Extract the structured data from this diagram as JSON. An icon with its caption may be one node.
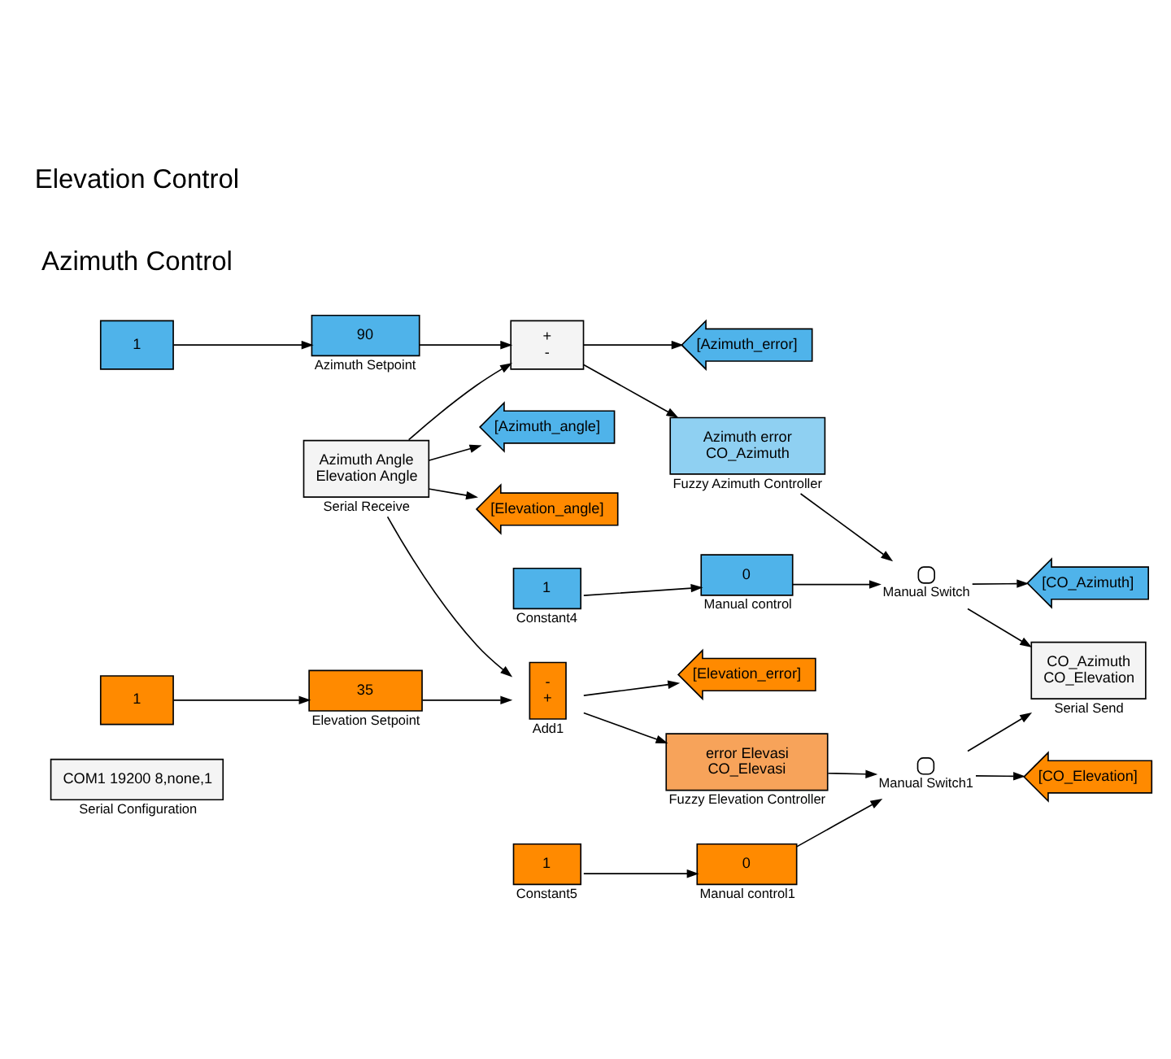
{
  "diagram": {
    "nodes": [
      {
        "text": [
          "COM1 19200 8,none,1"
        ],
        "beside": [
          "Serial Configuration"
        ]
      },
      {
        "text": [
          "1"
        ]
      },
      {
        "text": [
          "90"
        ],
        "beside": [
          "Azimuth Setpoint"
        ]
      },
      {
        "text": [
          "+",
          "-"
        ]
      },
      {
        "text": [
          "Azimuth Angle",
          "Elevation Angle"
        ],
        "beside": [
          "Serial Receive"
        ]
      },
      {
        "text": [
          "[Azimuth_angle]"
        ]
      },
      {
        "text": [
          "[Azimuth_error]"
        ]
      },
      {
        "text": [
          "Azimuth error",
          "CO_Azimuth"
        ],
        "beside": [
          "Fuzzy Azimuth Controller"
        ]
      },
      {
        "text": [
          "1"
        ],
        "beside": [
          "Constant4"
        ]
      },
      {
        "text": [
          "0"
        ],
        "beside": [
          "Manual control"
        ]
      },
      {
        "text": [],
        "shape": "switch",
        "beside": [
          "Manual Switch"
        ]
      },
      {
        "text": [
          "[CO_Azimuth]"
        ]
      },
      {
        "text": [
          "CO_Azimuth",
          "CO_Elevation"
        ],
        "beside": [
          "Serial Send"
        ]
      },
      {
        "text": [
          "[Elevation_angle]"
        ]
      },
      {
        "text": [
          "[Elevation_error]"
        ]
      },
      {
        "text": [
          "-",
          "+"
        ],
        "beside": [
          "Add1"
        ]
      },
      {
        "text": [
          "error Elevasi",
          "CO_Elevasi"
        ],
        "beside": [
          "Fuzzy Elevation Controller"
        ]
      },
      {
        "text": [
          "1"
        ]
      },
      {
        "text": [
          "35"
        ],
        "beside": [
          "Elevation Setpoint"
        ]
      },
      {
        "text": [],
        "shape": "switch",
        "beside": [
          "Manual Switch1"
        ]
      },
      {
        "text": [
          "[CO_Elevation]"
        ]
      },
      {
        "text": [
          "1"
        ],
        "beside": [
          "Constant5"
        ]
      },
      {
        "text": [
          "0"
        ],
        "beside": [
          "Manual control1"
        ]
      }
    ],
    "edges": [
      {
        "from": 1,
        "to": 2,
        "arrow": "to"
      },
      {
        "from": 2,
        "to": 3,
        "arrow": "to"
      },
      {
        "from": 4,
        "to": 3,
        "arrow": "to"
      },
      {
        "from": 4,
        "to": 5,
        "arrow": "to"
      },
      {
        "from": 3,
        "to": 6,
        "arrow": "to"
      },
      {
        "from": 3,
        "to": 7,
        "arrow": "to"
      },
      {
        "from": 8,
        "to": 9,
        "arrow": "to"
      },
      {
        "from": 9,
        "to": 10,
        "arrow": "to"
      },
      {
        "from": 7,
        "to": 10,
        "arrow": "to"
      },
      {
        "from": 10,
        "to": 11,
        "arrow": "to"
      },
      {
        "from": 10,
        "to": 12,
        "arrow": "to"
      },
      {
        "from": 4,
        "to": 13,
        "arrow": "to"
      },
      {
        "from": 4,
        "to": 15,
        "arrow": "to"
      },
      {
        "from": 17,
        "to": 18,
        "arrow": "to"
      },
      {
        "from": 18,
        "to": 15,
        "arrow": "to"
      },
      {
        "from": 15,
        "to": 14,
        "arrow": "to"
      },
      {
        "from": 15,
        "to": 16,
        "arrow": "to"
      },
      {
        "from": 16,
        "to": 19,
        "arrow": "to"
      },
      {
        "from": 21,
        "to": 22,
        "arrow": "to"
      },
      {
        "from": 22,
        "to": 19,
        "arrow": "to"
      },
      {
        "from": 19,
        "to": 12,
        "arrow": "to"
      },
      {
        "from": 19,
        "to": 20,
        "arrow": "to"
      }
    ],
    "labels": [
      "Azimuth Control",
      "Elevation Control"
    ]
  }
}
